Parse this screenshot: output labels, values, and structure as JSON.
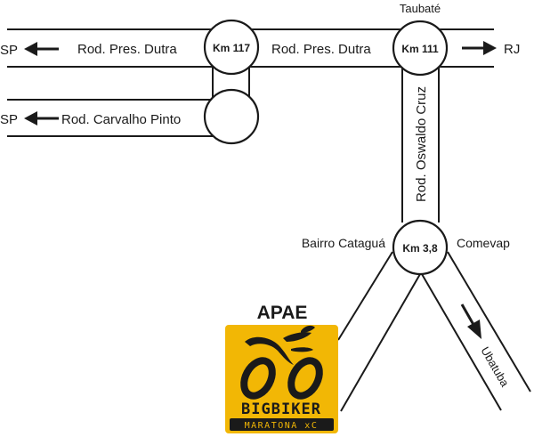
{
  "map": {
    "colors": {
      "ink": "#1a1a1a",
      "logo_bg": "#f2b705",
      "paper": "#ffffff"
    },
    "roads": {
      "dutra_west": "Rod. Pres. Dutra",
      "dutra_east": "Rod. Pres. Dutra",
      "carvalho_pinto": "Rod. Carvalho Pinto",
      "oswaldo_cruz": "Rod. Oswaldo Cruz"
    },
    "junctions": {
      "km117": "Km 117",
      "km111": "Km 111",
      "km38": "Km 3,8"
    },
    "destinations": {
      "sp_dutra": "SP",
      "sp_carvalho": "SP",
      "rj": "RJ",
      "ubatuba": "Ubatuba"
    },
    "places": {
      "taubate": "Taubaté",
      "bairro_cataguá": "Bairro Cataguá",
      "comevap": "Comevap",
      "apae": "APAE"
    },
    "logo": {
      "title": "BIGBIKER",
      "subtitle": "MARATONA xC"
    }
  }
}
